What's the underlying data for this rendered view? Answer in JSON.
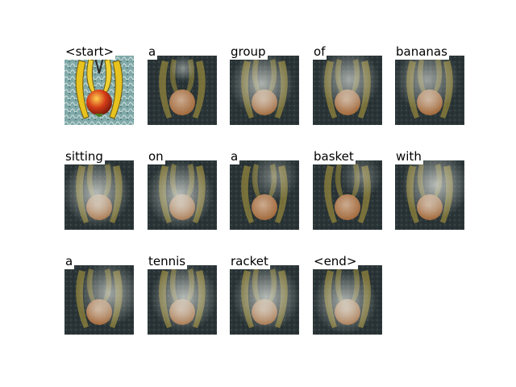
{
  "figure": {
    "words": [
      "<start>",
      "a",
      "group",
      "of",
      "bananas",
      "sitting",
      "on",
      "a",
      "basket",
      "with",
      "a",
      "tennis",
      "racket",
      "<end>"
    ],
    "image_subject": "bananas around an apple with a tennis racket",
    "attention_colors": {
      "background": "#2a3436",
      "highlight": "#d8dcd6",
      "fruit": "#b8743e",
      "banana": "#9a8a3c"
    },
    "original_colors": {
      "background": "#7fa8a8",
      "banana": "#e8c21e",
      "apple": "#d43c18"
    }
  }
}
